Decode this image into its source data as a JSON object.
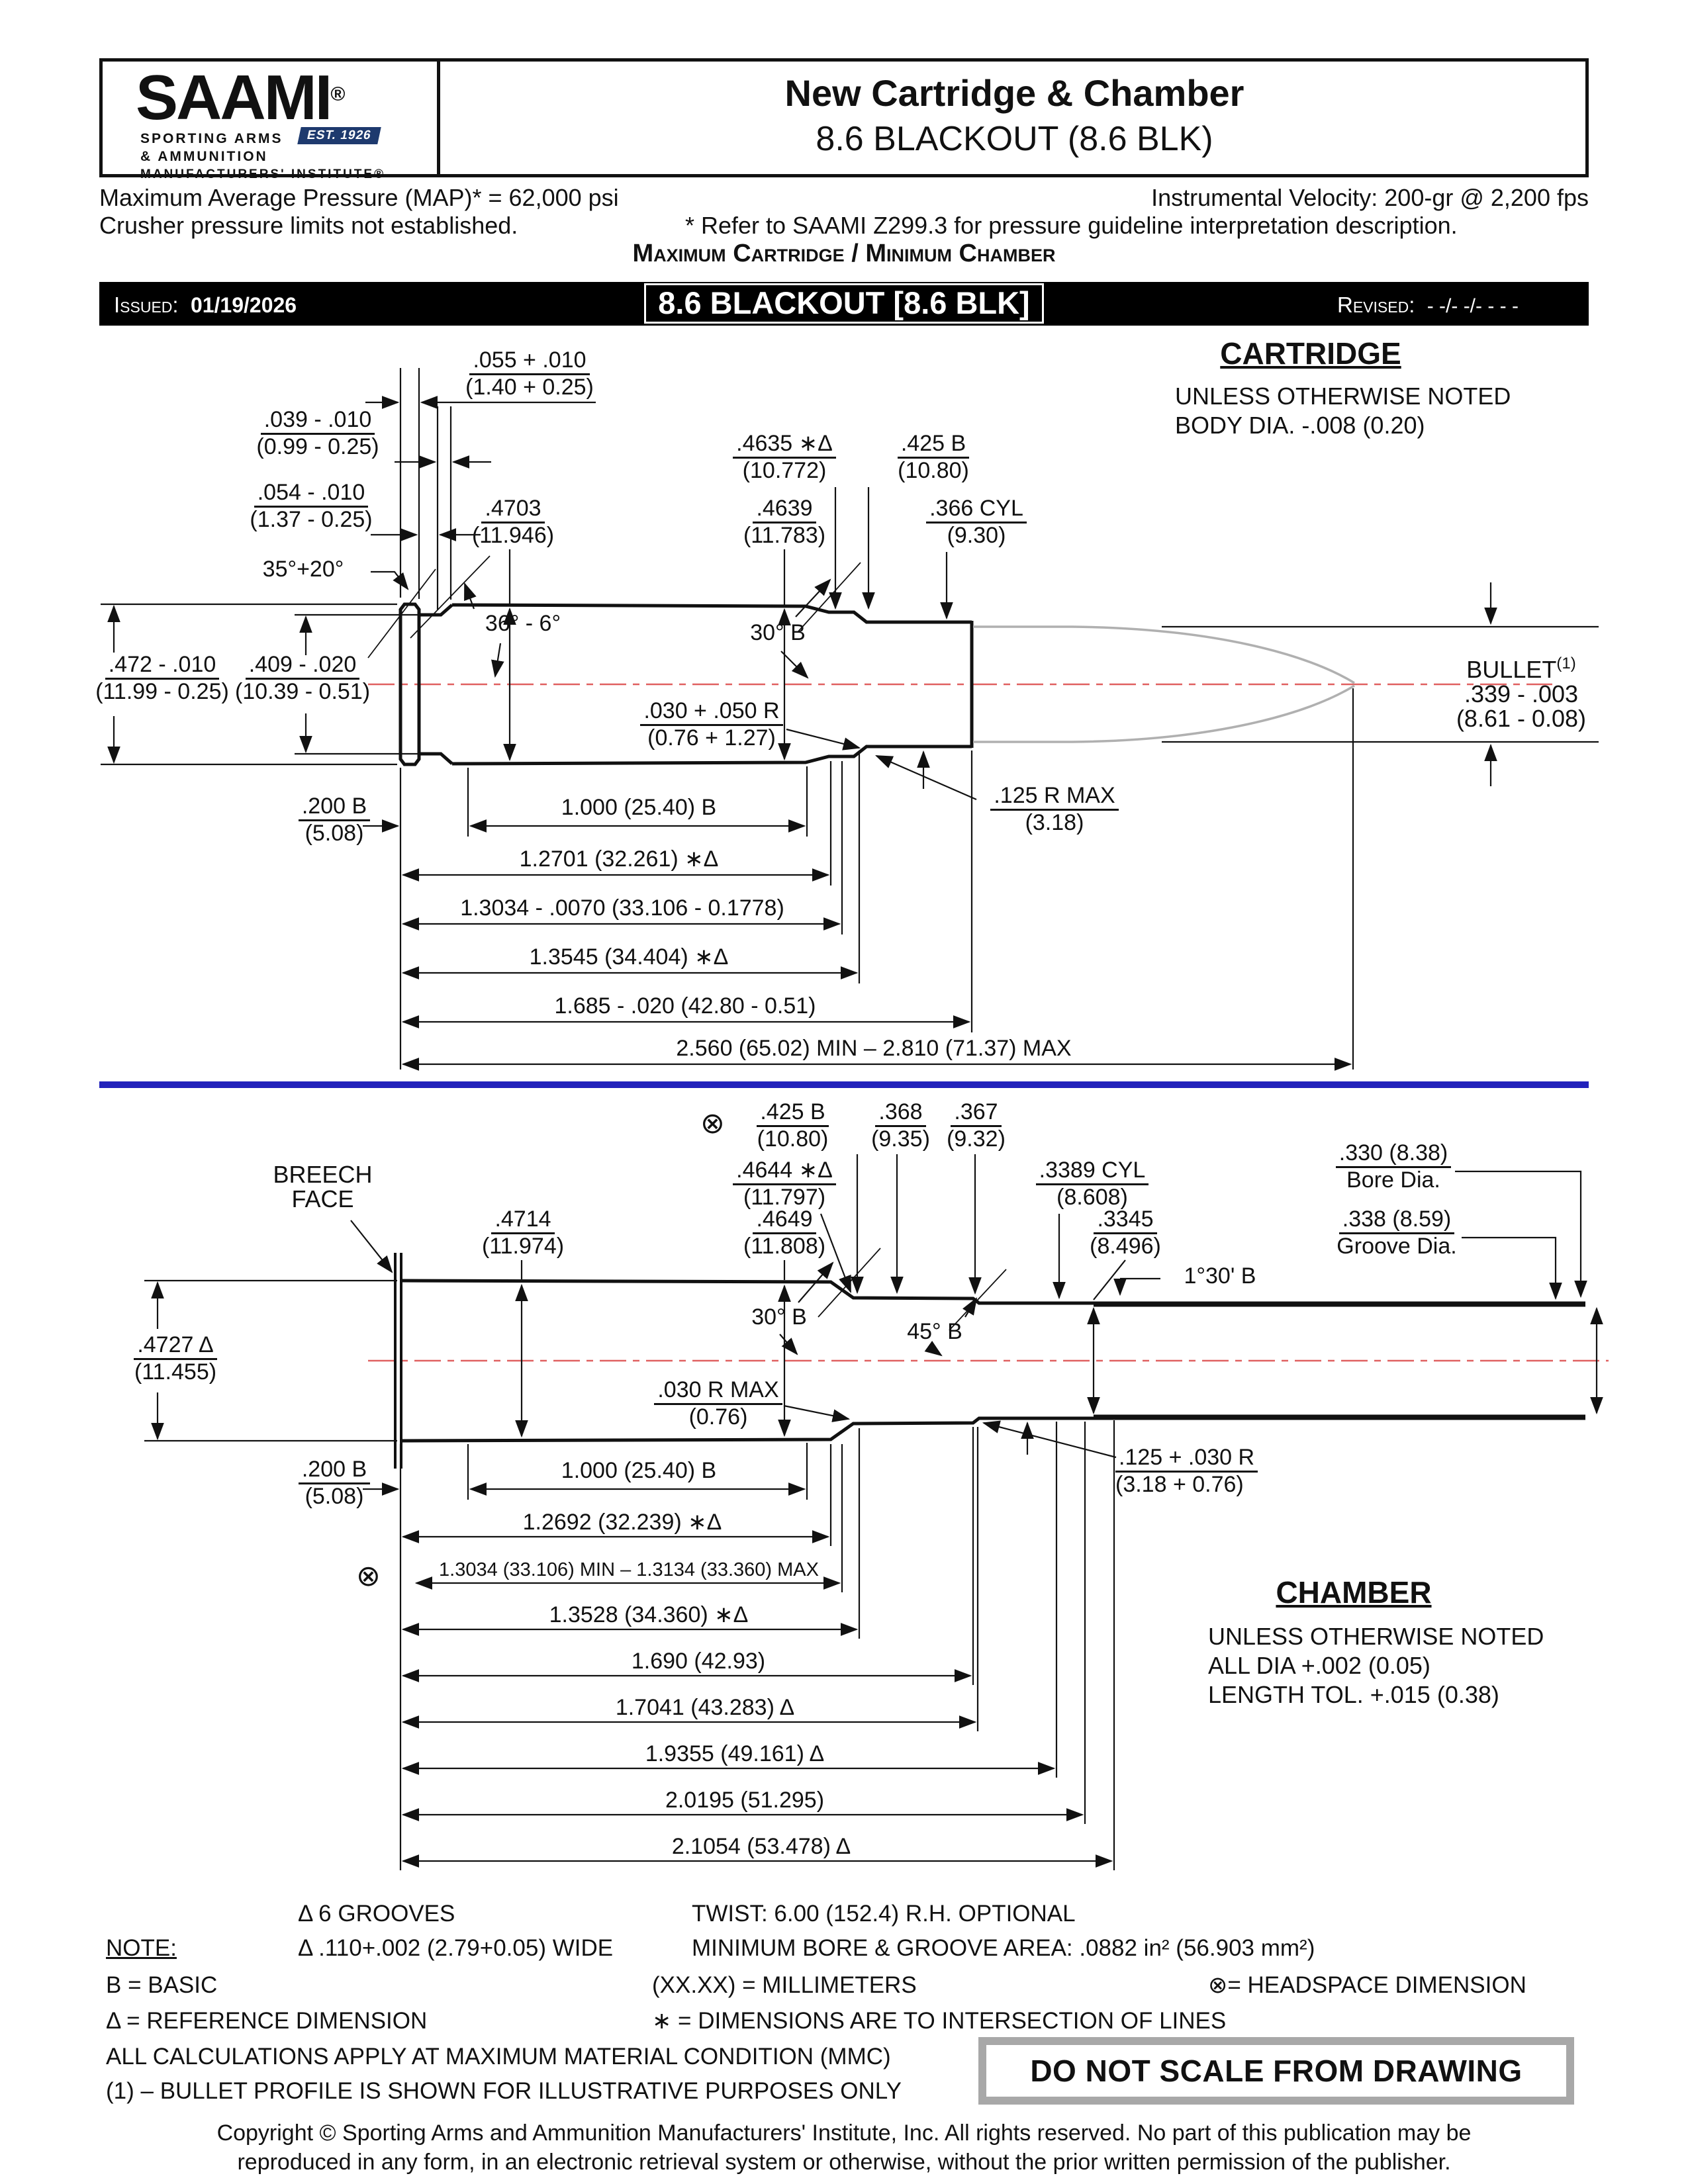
{
  "header": {
    "logo": {
      "name": "SAAMI",
      "reg": "®",
      "tagline1": "SPORTING ARMS",
      "tagline2": "& AMMUNITION",
      "tagline3": "MANUFACTURERS' INSTITUTE®",
      "est": "EST. 1926"
    },
    "title_line1": "New Cartridge & Chamber",
    "title_line2": "8.6 BLACKOUT (8.6 BLK)"
  },
  "pressure": {
    "map": "Maximum Average Pressure (MAP)* = 62,000 psi",
    "velocity": "Instrumental Velocity:  200-gr @ 2,200 fps",
    "crusher": "Crusher pressure limits not established.",
    "refer": "* Refer to SAAMI Z299.3 for pressure guideline interpretation description.",
    "max_min": "Maximum Cartridge / Minimum Chamber"
  },
  "title_bar": {
    "issued_label": "Issued:",
    "issued": "01/19/2026",
    "name": "8.6 BLACKOUT [8.6 BLK]",
    "revised_label": "Revised:",
    "revised": "- -/- -/- - - -"
  },
  "cartridge": {
    "heading": "CARTRIDGE",
    "note1": "UNLESS OTHERWISE NOTED",
    "note2": "BODY DIA. -.008 (0.20)",
    "bullet_label": "BULLET",
    "bullet_sup": "(1)",
    "bullet_in": ".339 - .003",
    "bullet_mm": "(8.61 - 0.08)",
    "d055": {
      "in": ".055 + .010",
      "mm": "(1.40 + 0.25)"
    },
    "d039": {
      "in": ".039 - .010",
      "mm": "(0.99 - 0.25)"
    },
    "d054": {
      "in": ".054 - .010",
      "mm": "(1.37 - 0.25)"
    },
    "d4635": {
      "in": ".4635 ∗Δ",
      "mm": "(10.772)"
    },
    "d425": {
      "in": ".425 B",
      "mm": "(10.80)"
    },
    "d4703": {
      "in": ".4703",
      "mm": "(11.946)"
    },
    "d4639": {
      "in": ".4639",
      "mm": "(11.783)"
    },
    "d366": {
      "in": ".366 CYL",
      "mm": "(9.30)"
    },
    "a35": "35°+20°",
    "a36": "36° - 6°",
    "a30": "30° B",
    "d472": {
      "in": ".472 - .010",
      "mm": "(11.99 - 0.25)"
    },
    "d409": {
      "in": ".409 - .020",
      "mm": "(10.39 - 0.51)"
    },
    "r030": {
      "in": ".030 + .050 R",
      "mm": "(0.76 + 1.27)"
    },
    "r125": {
      "in": ".125 R MAX",
      "mm": "(3.18)"
    },
    "d200": {
      "in": ".200 B",
      "mm": "(5.08)"
    },
    "l1000": "1.000 (25.40) B",
    "l12701": "1.2701 (32.261) ∗Δ",
    "l13034": "1.3034 - .0070 (33.106 - 0.1778)",
    "l13545": "1.3545 (34.404) ∗Δ",
    "l1685": "1.685 - .020 (42.80 - 0.51)",
    "l2560": "2.560 (65.02) MIN – 2.810 (71.37) MAX"
  },
  "chamber": {
    "heading": "CHAMBER",
    "note1": "UNLESS OTHERWISE NOTED",
    "note2": "ALL DIA +.002 (0.05)",
    "note3": "LENGTH TOL. +.015 (0.38)",
    "breech1": "BREECH",
    "breech2": "FACE",
    "headspace_symbol": "⊗",
    "d425": {
      "in": ".425 B",
      "mm": "(10.80)"
    },
    "d368": {
      "in": ".368",
      "mm": "(9.35)"
    },
    "d367": {
      "in": ".367",
      "mm": "(9.32)"
    },
    "d4644": {
      "in": ".4644 ∗Δ",
      "mm": "(11.797)"
    },
    "d3389": {
      "in": ".3389 CYL",
      "mm": "(8.608)"
    },
    "d330": {
      "in": ".330 (8.38)",
      "sub": "Bore Dia."
    },
    "d4714": {
      "in": ".4714",
      "mm": "(11.974)"
    },
    "d4649": {
      "in": ".4649",
      "mm": "(11.808)"
    },
    "d3345": {
      "in": ".3345",
      "mm": "(8.496)"
    },
    "d338": {
      "in": ".338 (8.59)",
      "sub": "Groove Dia."
    },
    "a130": "1°30' B",
    "a30": "30° B",
    "a45": "45° B",
    "d4727": {
      "in": ".4727 Δ",
      "mm": "(11.455)"
    },
    "r030": {
      "in": ".030 R MAX",
      "mm": "(0.76)"
    },
    "r125": {
      "in": ".125 + .030 R",
      "mm": "(3.18 + 0.76)"
    },
    "d200": {
      "in": ".200 B",
      "mm": "(5.08)"
    },
    "l1000": "1.000  (25.40) B",
    "l12692": "1.2692 (32.239) ∗Δ",
    "l13034": "1.3034 (33.106) MIN – 1.3134 (33.360) MAX",
    "l13528": "1.3528 (34.360) ∗Δ",
    "l1690": "1.690 (42.93)",
    "l17041": "1.7041 (43.283) Δ",
    "l19355": "1.9355 (49.161) Δ",
    "l20195": "2.0195 (51.295)",
    "l21054": "2.1054 (53.478) Δ"
  },
  "notes": {
    "grooves": "Δ 6 GROOVES",
    "groove_width": "Δ .110+.002 (2.79+0.05) WIDE",
    "twist": "TWIST: 6.00 (152.4) R.H. OPTIONAL",
    "bore_area": "MINIMUM BORE & GROOVE AREA:  .0882 in² (56.903 mm²)",
    "note_label": "NOTE:",
    "basic": "B = BASIC",
    "millimeters": "(XX.XX) = MILLIMETERS",
    "headspace": "⊗= HEADSPACE DIMENSION",
    "reference": "Δ = REFERENCE DIMENSION",
    "intersection": "∗ = DIMENSIONS ARE TO INTERSECTION OF LINES",
    "mmc": "ALL CALCULATIONS APPLY AT MAXIMUM MATERIAL CONDITION (MMC)",
    "bullet_profile": "(1) – BULLET PROFILE IS SHOWN FOR ILLUSTRATIVE PURPOSES ONLY",
    "do_not_scale": "DO NOT SCALE FROM DRAWING"
  },
  "footer": {
    "line1": "Copyright © Sporting Arms and Ammunition Manufacturers' Institute, Inc.  All rights reserved.  No part of this publication may be",
    "line2": "reproduced in any form, in an electronic retrieval system or otherwise, without the prior written permission of the publisher."
  },
  "colors": {
    "divider_blue": "#2222bb",
    "logo_navy": "#1e3a6e",
    "centerline_red": "#e06060",
    "bullet_gray": "#b0b0b0"
  }
}
